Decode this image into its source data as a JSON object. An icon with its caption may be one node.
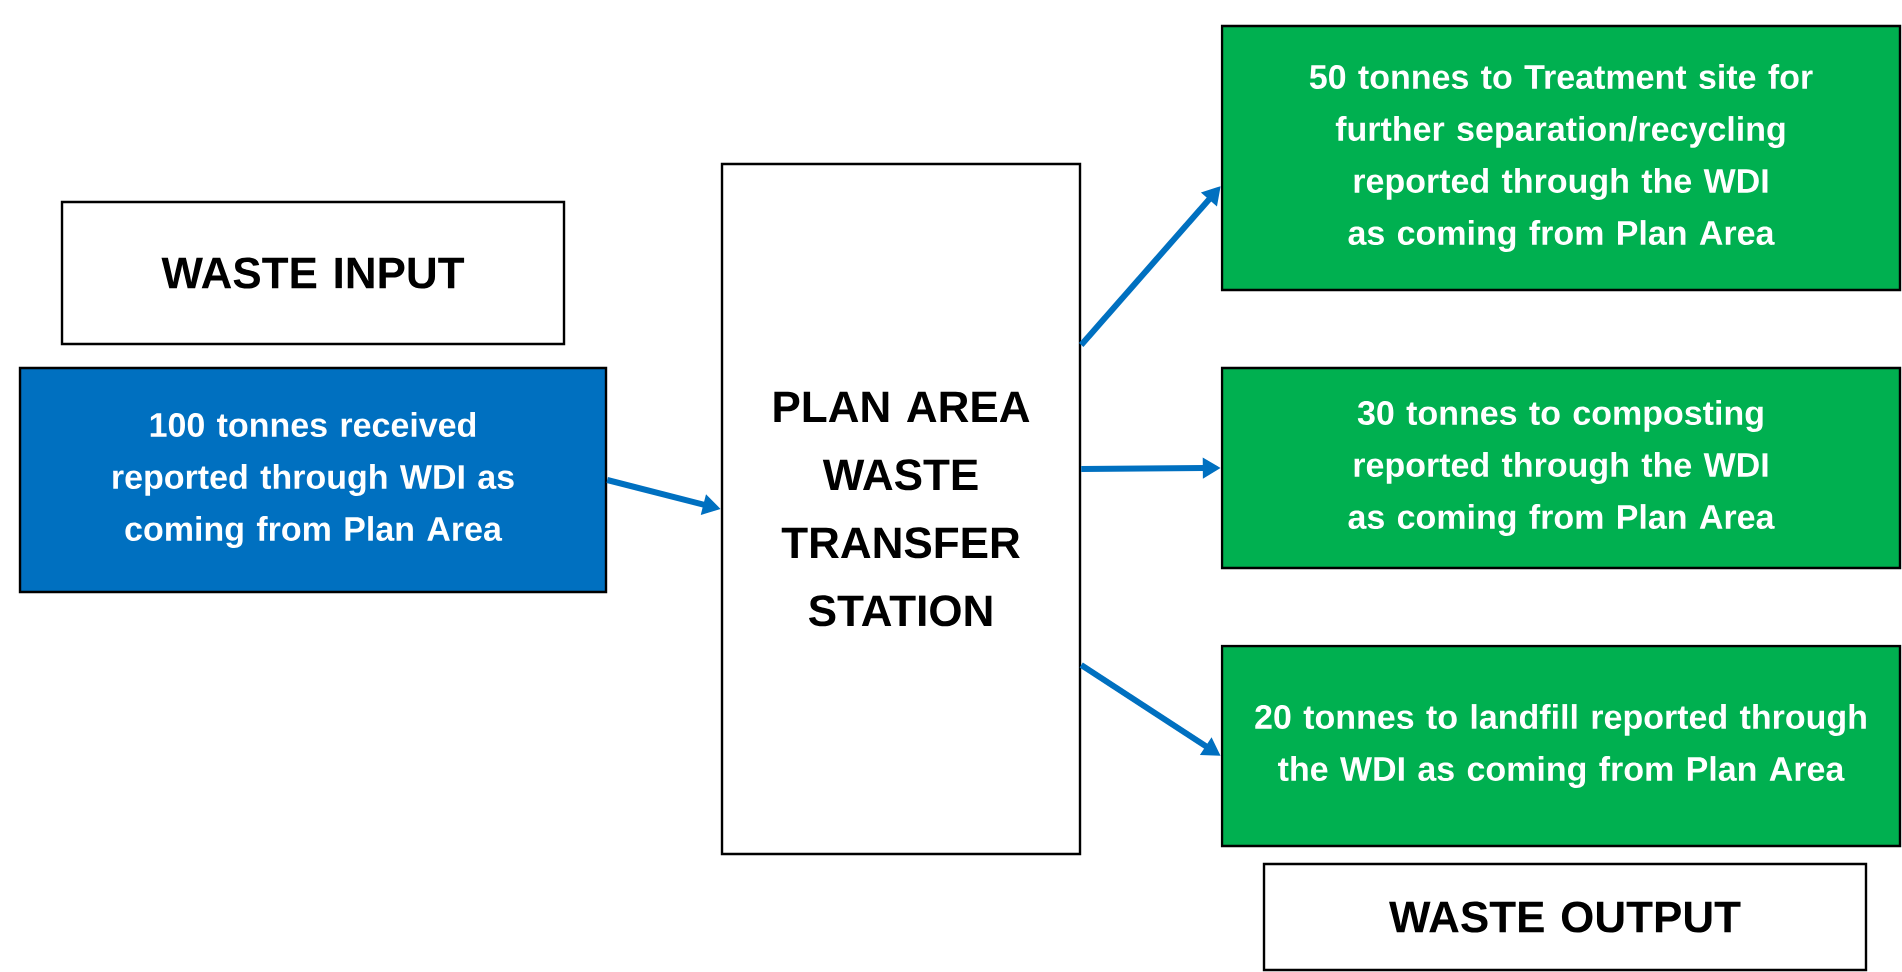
{
  "diagram": {
    "nodes": [
      {
        "text": [
          "WASTE INPUT"
        ]
      },
      {
        "text": [
          "100 tonnes received reported through WDI as coming from Plan Area"
        ]
      },
      {
        "text": [
          "PLAN AREA WASTE TRANSFER STATION"
        ]
      },
      {
        "text": [
          "50 tonnes to Treatment site for further separation/recycling reported through the WDI as coming from Plan Area"
        ]
      },
      {
        "text": [
          "30 tonnes to  composting reported through the WDI as coming from Plan Area"
        ]
      },
      {
        "text": [
          "20 tonnes to landfill reported through the WDI as coming from Plan Area"
        ]
      },
      {
        "text": [
          "WASTE  OUTPUT"
        ]
      }
    ],
    "edges": [
      {
        "from": 1,
        "to": 2,
        "arrow": "to"
      },
      {
        "from": 2,
        "to": 3,
        "arrow": "to"
      },
      {
        "from": 2,
        "to": 4,
        "arrow": "to"
      },
      {
        "from": 2,
        "to": 5,
        "arrow": "to"
      }
    ]
  }
}
